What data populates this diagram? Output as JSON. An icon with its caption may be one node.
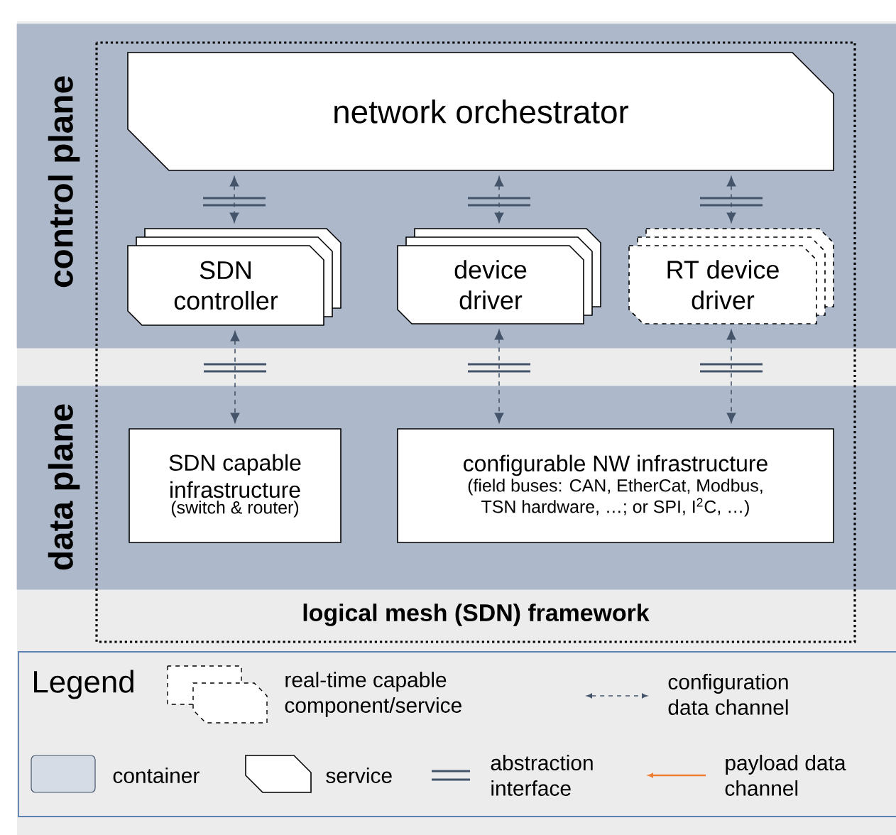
{
  "diagram": {
    "nodes": [
      {
        "text": [
          "control plane"
        ]
      },
      {
        "text": [
          "data plane"
        ]
      },
      {
        "text": [
          "network orchestrator"
        ],
        "in": 0
      },
      {
        "text": [
          "SDN controller"
        ],
        "in": 0
      },
      {
        "text": [
          "device driver"
        ],
        "in": 0
      },
      {
        "text": [
          "RT device driver"
        ],
        "in": 0
      },
      {
        "text": [
          "SDN capable infrastructure",
          "(switch & router)"
        ],
        "in": 1
      },
      {
        "text": [
          "configurable NW infrastructure",
          "(field buses: CAN, EtherCat, Modbus, TSN hardware, …; or SPI, I$^{2}$C, …)"
        ],
        "in": 1
      }
    ],
    "edges": [
      {
        "from": 2,
        "to": 3,
        "arrow": "both",
        "style": "dashed"
      },
      {
        "from": 2,
        "to": 4,
        "arrow": "both",
        "style": "dashed"
      },
      {
        "from": 2,
        "to": 5,
        "arrow": "both",
        "style": "dashed"
      },
      {
        "from": 3,
        "to": 6,
        "arrow": "both",
        "style": "dashed"
      },
      {
        "from": 4,
        "to": 7,
        "arrow": "both",
        "style": "dashed"
      },
      {
        "from": 5,
        "to": 7,
        "arrow": "both",
        "style": "dashed"
      }
    ],
    "labels": [
      "logical mesh (SDN) framework",
      "Legend"
    ],
    "legend": [
      {
        "text": "real-time capable component/service"
      },
      {
        "text": "configuration data channel"
      },
      {
        "text": "container",
        "color": "#d6dce5"
      },
      {
        "text": "service"
      },
      {
        "text": "abstraction interface"
      },
      {
        "text": "payload data channel"
      }
    ]
  }
}
